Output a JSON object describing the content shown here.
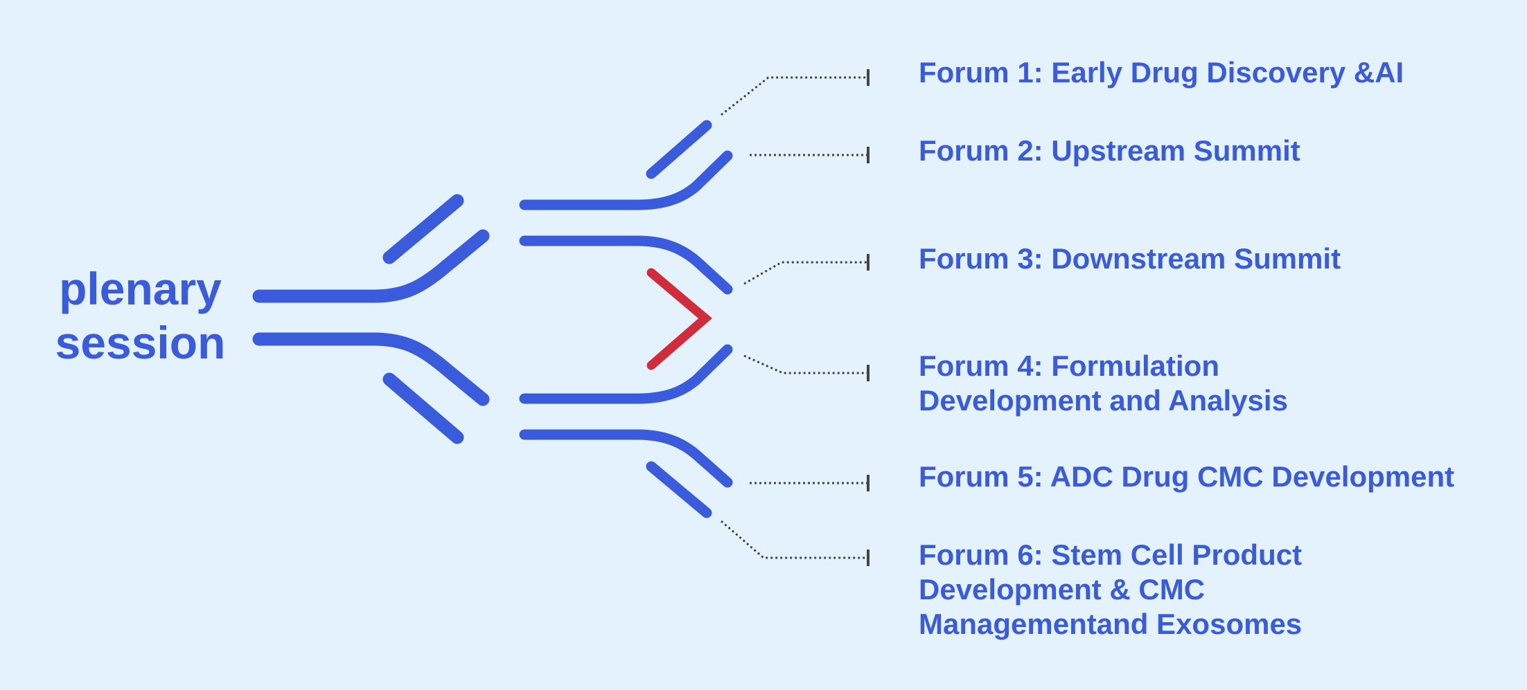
{
  "title": {
    "line1": "plenary",
    "line2": "session"
  },
  "forums": [
    {
      "lines": [
        "Forum 1: Early Drug Discovery &AI"
      ]
    },
    {
      "lines": [
        "Forum 2: Upstream Summit"
      ]
    },
    {
      "lines": [
        "Forum 3: Downstream Summit"
      ]
    },
    {
      "lines": [
        "Forum 4: Formulation",
        "Development and Analysis"
      ]
    },
    {
      "lines": [
        "Forum 5: ADC Drug CMC Development"
      ]
    },
    {
      "lines": [
        "Forum 6: Stem Cell Product",
        "Development & CMC",
        "Managementand Exosomes"
      ]
    }
  ],
  "colors": {
    "background": "#e3f2fc",
    "branch": "#3a5bdc",
    "accent": "#d12c3c",
    "connector": "#444444"
  },
  "icons": {
    "arrow": "red-chevron-right-icon"
  }
}
